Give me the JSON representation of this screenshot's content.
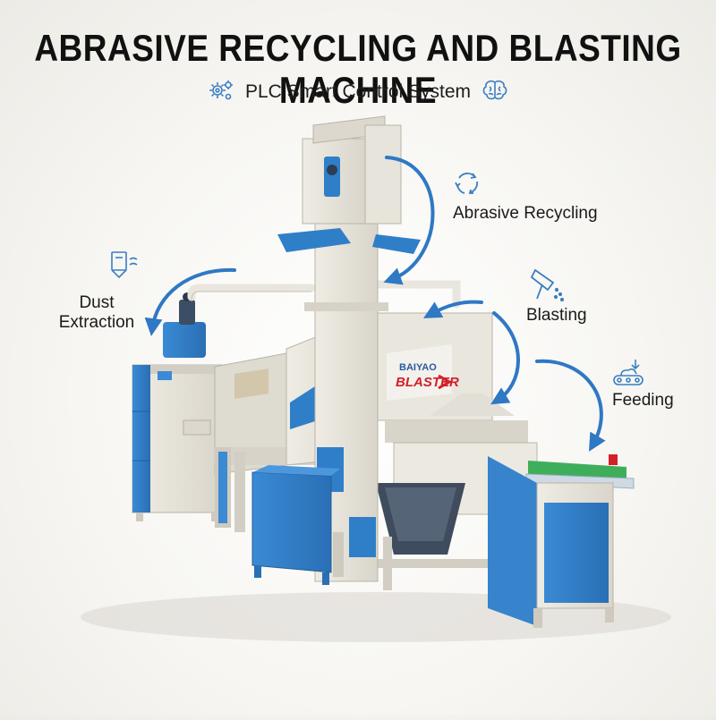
{
  "header": {
    "title": "ABRASIVE RECYCLING AND BLASTING MACHINE",
    "subtitle": "PLC Smart Control System"
  },
  "callouts": {
    "abrasive_recycling": "Abrasive Recycling",
    "dust_extraction_line1": "Dust",
    "dust_extraction_line2": "Extraction",
    "blasting": "Blasting",
    "feeding": "Feeding"
  },
  "machine": {
    "brand_line1": "BAIYAO",
    "brand_line2": "BLASTER"
  },
  "icons": {
    "subtitle_left": "gears-icon",
    "subtitle_right": "brain-icon",
    "abrasive_recycling": "recycle-icon",
    "dust_extraction": "dust-collector-icon",
    "blasting": "blast-gun-icon",
    "feeding": "conveyor-icon"
  },
  "colors": {
    "machine_blue": "#2f7fc8",
    "machine_body": "#e6e3da",
    "arrow_blue": "#2f78c4",
    "conveyor_green": "#3fae5a",
    "brand_red": "#d4202a"
  }
}
